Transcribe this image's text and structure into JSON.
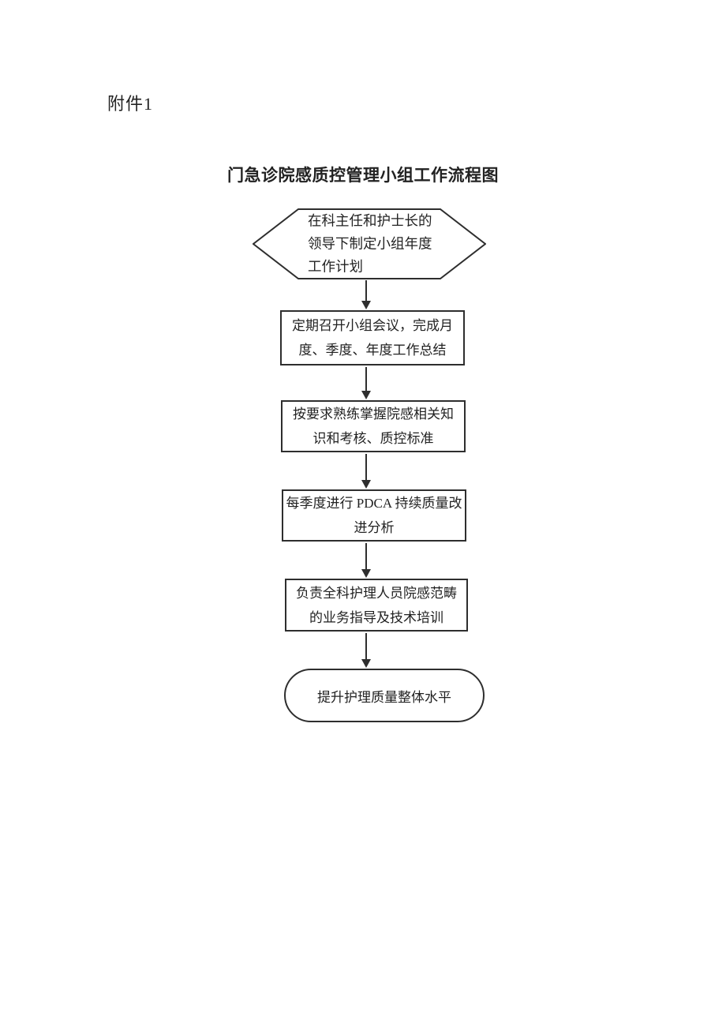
{
  "page": {
    "attachment_label": "附件1",
    "title": "门急诊院感质控管理小组工作流程图"
  },
  "flowchart": {
    "colors": {
      "stroke": "#2e2e2e",
      "text": "#222222",
      "background": "#ffffff"
    },
    "nodes": [
      {
        "shape": "hexagon",
        "role": "start",
        "lines": [
          "在科主任和护士长的",
          "领导下制定小组年度",
          "工作计划"
        ]
      },
      {
        "shape": "rectangle",
        "role": "process",
        "lines": [
          "定期召开小组会议，完成月",
          "度、季度、年度工作总结"
        ]
      },
      {
        "shape": "rectangle",
        "role": "process",
        "lines": [
          "按要求熟练掌握院感相关知",
          "识和考核、质控标准"
        ]
      },
      {
        "shape": "rectangle",
        "role": "process",
        "lines": [
          "每季度进行 PDCA 持续质量改",
          "进分析"
        ]
      },
      {
        "shape": "rectangle",
        "role": "process",
        "lines": [
          "负责全科护理人员院感范畴",
          "的业务指导及技术培训"
        ]
      },
      {
        "shape": "stadium",
        "role": "end",
        "lines": [
          "提升护理质量整体水平"
        ]
      }
    ]
  }
}
